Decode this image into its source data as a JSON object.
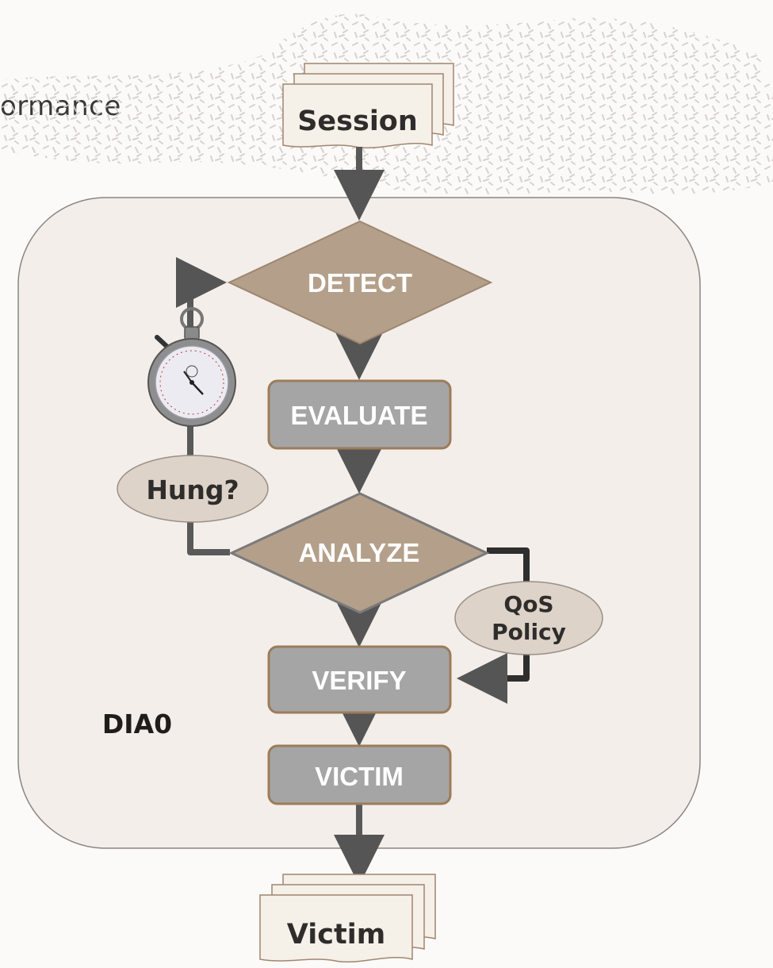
{
  "header": {
    "title_fragment": "ormance"
  },
  "inputs": {
    "session_label": "Session"
  },
  "outputs": {
    "victim_label": "Victim"
  },
  "process": {
    "name": "DIA0",
    "steps": {
      "detect": "DETECT",
      "evaluate": "EVALUATE",
      "analyze": "ANALYZE",
      "verify": "VERIFY",
      "victim": "VICTIM"
    },
    "conditions": {
      "hung": "Hung?",
      "qos_line1": "QoS",
      "qos_line2": "Policy"
    }
  },
  "colors": {
    "container_fill": "#f3eeea",
    "diamond_fill": "#b4a08a",
    "box_fill": "#a5a5a5",
    "box_border": "#9c7c5a",
    "ellipse_fill": "#ddd3c8",
    "arrow": "#555555",
    "doc_fill": "#f5f0e8"
  }
}
